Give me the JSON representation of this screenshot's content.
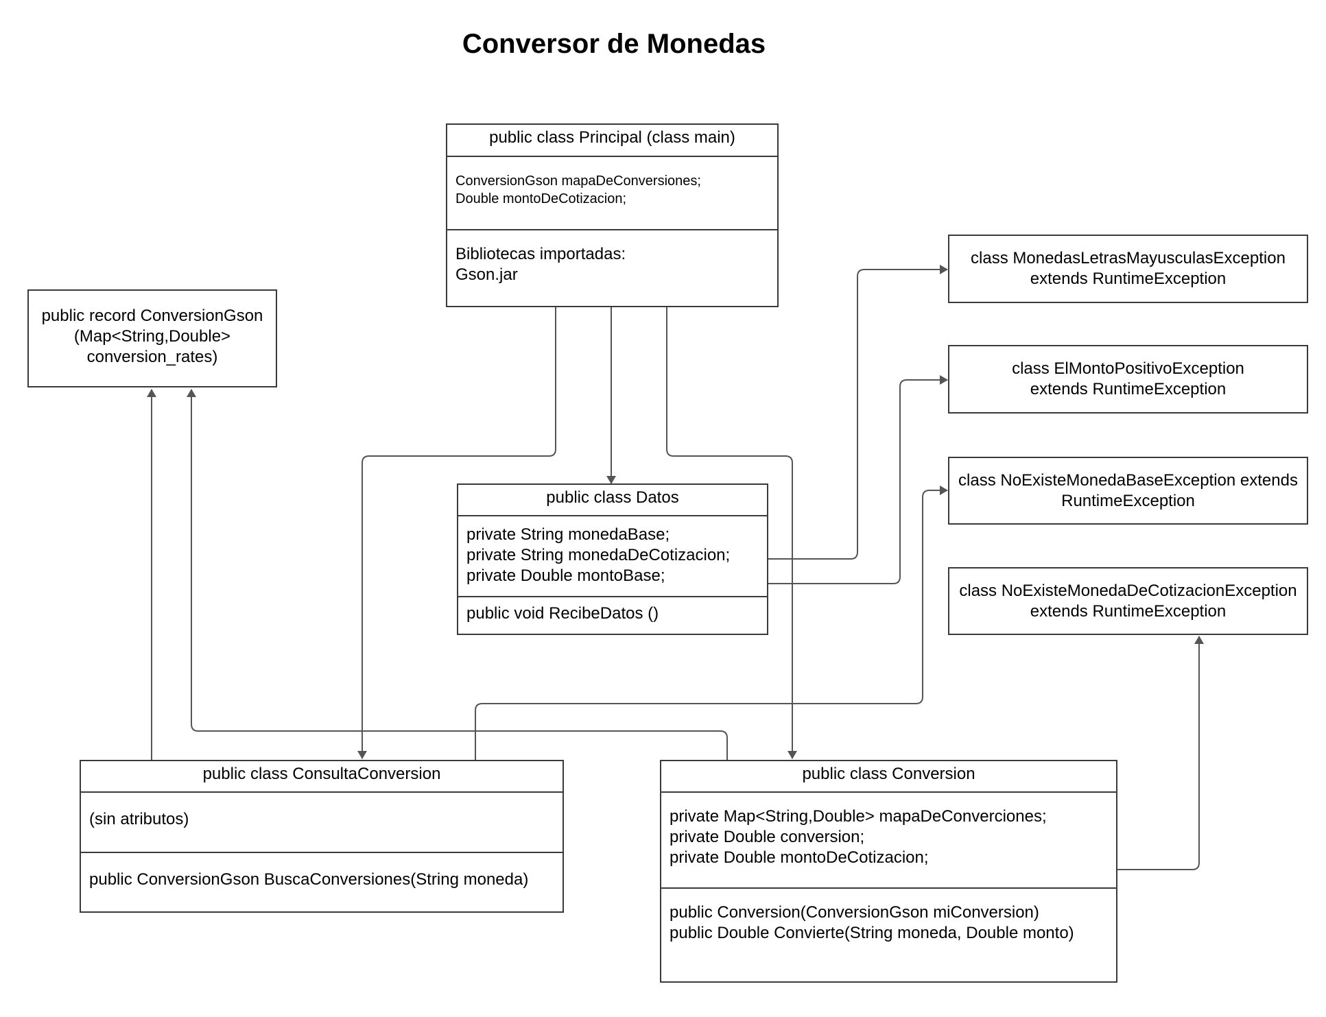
{
  "title": "Conversor de Monedas",
  "principal": {
    "name": "public class Principal (class main)",
    "attributes": [
      "ConversionGson mapaDeConversiones;",
      "Double montoDeCotizacion;"
    ],
    "libraries": [
      "Bibliotecas importadas:",
      "Gson.jar"
    ]
  },
  "conversion_gson": {
    "lines": [
      "public record ConversionGson",
      "(Map<String,Double>",
      "conversion_rates)"
    ]
  },
  "datos": {
    "name": "public class Datos",
    "attributes": [
      "private String monedaBase;",
      "private String monedaDeCotizacion;",
      "private Double montoBase;"
    ],
    "methods": [
      "public void RecibeDatos ()"
    ]
  },
  "consulta_conversion": {
    "name": "public class ConsultaConversion",
    "attributes": [
      "(sin atributos)"
    ],
    "methods": [
      "public ConversionGson BuscaConversiones(String moneda)"
    ]
  },
  "conversion": {
    "name": "public class Conversion",
    "attributes": [
      "private Map<String,Double> mapaDeConverciones;",
      "private Double conversion;",
      "private Double montoDeCotizacion;"
    ],
    "methods": [
      "public Conversion(ConversionGson miConversion)",
      "public Double Convierte(String moneda, Double monto)"
    ]
  },
  "exceptions": {
    "mayusculas": [
      "class MonedasLetrasMayusculasException",
      "extends RuntimeException"
    ],
    "positivo": [
      "class ElMontoPositivoException",
      "extends RuntimeException"
    ],
    "moneda_base": [
      "class NoExisteMonedaBaseException extends",
      "RuntimeException"
    ],
    "moneda_cotizacion": [
      "class NoExisteMonedaDeCotizacionException",
      "extends RuntimeException"
    ]
  },
  "colors": {
    "line": "#555555",
    "border": "#3a3a3a"
  }
}
